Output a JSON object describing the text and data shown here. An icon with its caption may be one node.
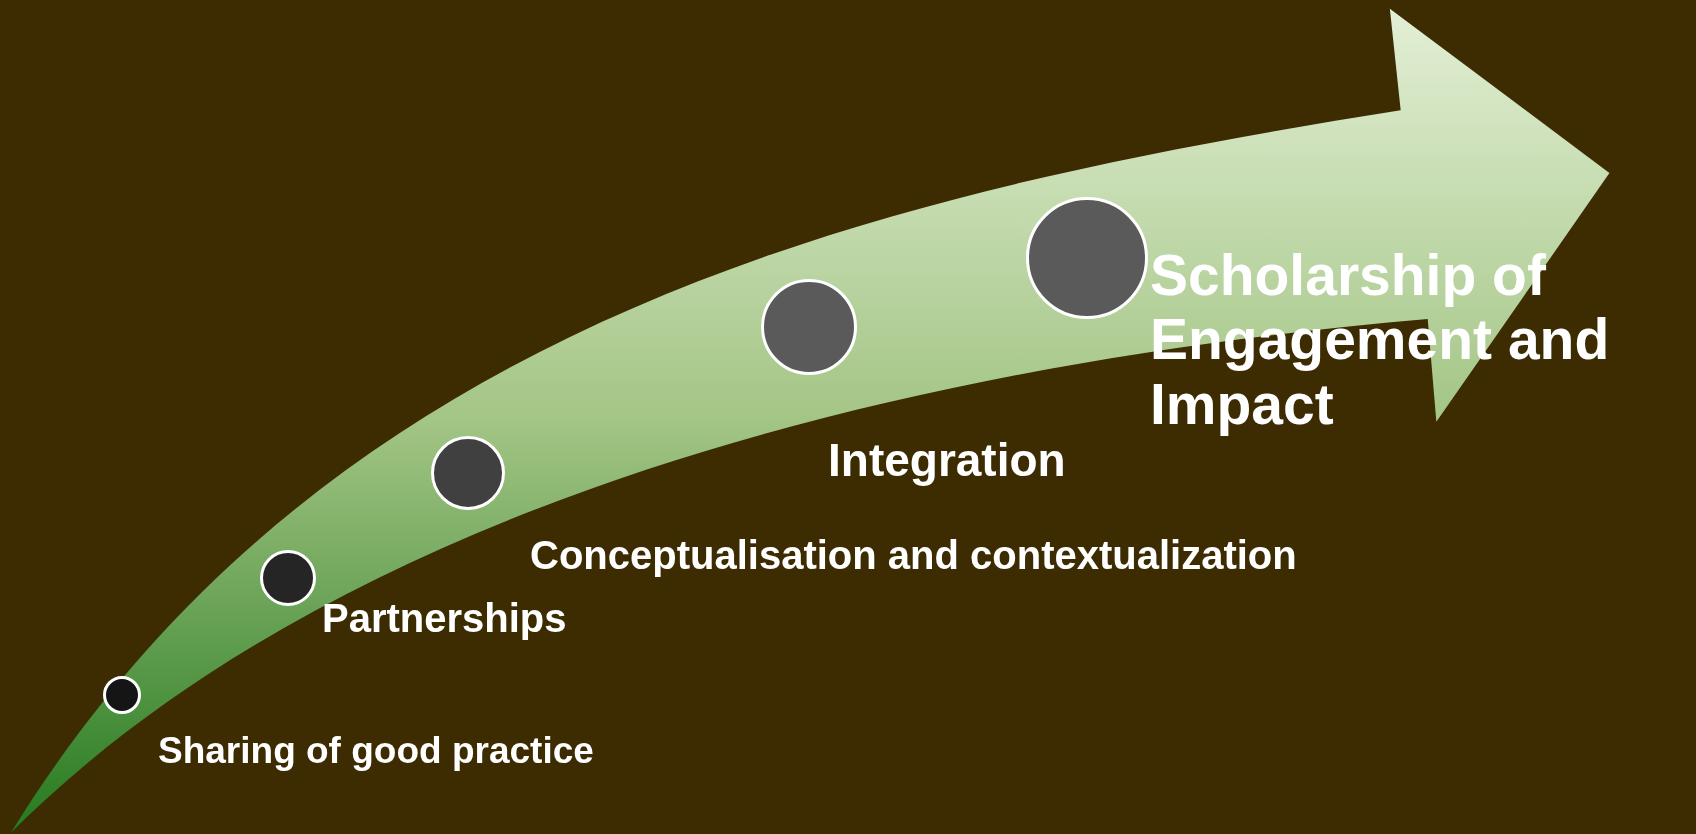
{
  "diagram": {
    "nodes": [
      {
        "text": [],
        "shape": "circle",
        "beside": [
          "Sharing of good practice"
        ]
      },
      {
        "text": [],
        "shape": "circle",
        "beside": [
          "Partnerships"
        ]
      },
      {
        "text": [],
        "shape": "circle",
        "beside": [
          "Conceptualisation and contextualization"
        ]
      },
      {
        "text": [],
        "shape": "circle",
        "beside": [
          "Integration"
        ]
      },
      {
        "text": [],
        "shape": "circle",
        "beside": [
          "Scholarship of Engagement and Impact"
        ]
      }
    ]
  }
}
